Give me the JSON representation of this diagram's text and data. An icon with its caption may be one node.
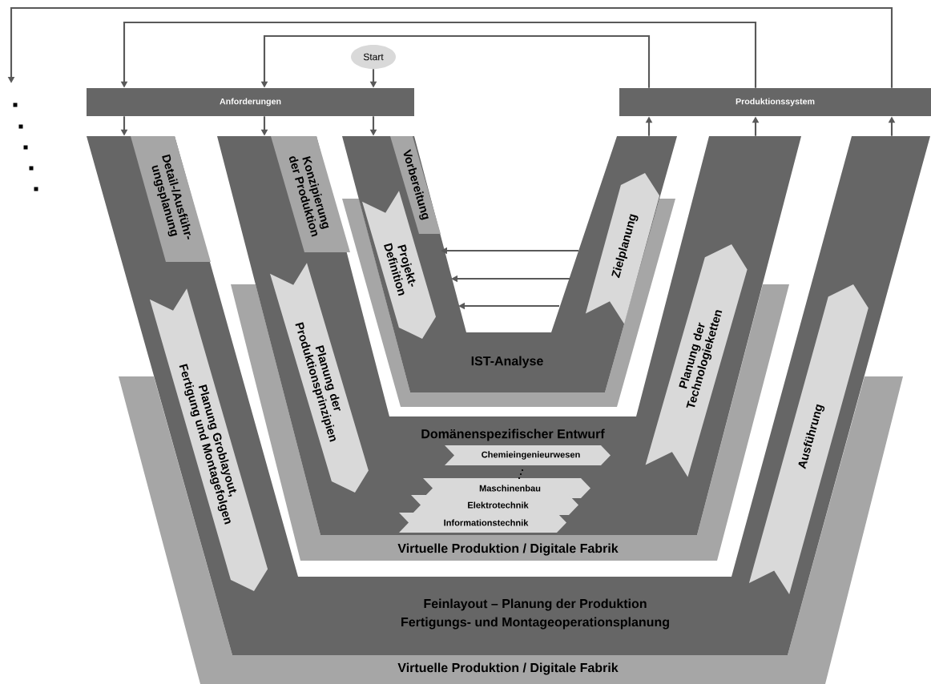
{
  "diagram": {
    "nodes": [
      {
        "text": [
          "Start"
        ]
      },
      {
        "text": [
          "Anforderungen"
        ]
      },
      {
        "text": [
          "Produktionssystem"
        ]
      },
      {
        "text": [
          "Feinlayout – Planung der Produktion",
          "Fertigungs- und Montageoperationsplanung"
        ]
      },
      {
        "text": [
          "Virtuelle Produktion / Digitale Fabrik"
        ]
      },
      {
        "text": [
          "Domänenspezifischer Entwurf"
        ]
      },
      {
        "text": [
          "Virtuelle Produktion / Digitale Fabrik"
        ]
      },
      {
        "text": [
          "IST-Analyse"
        ]
      },
      {
        "text": [],
        "shape": "band"
      },
      {
        "text": [
          "Detail-/Ausführ- ungsplanung"
        ],
        "in": 3
      },
      {
        "text": [
          "Konzipierung der Produktion"
        ],
        "in": 5
      },
      {
        "text": [
          "Vorbereitung"
        ],
        "in": 7
      },
      {
        "text": [
          "Planung Groblayout, Fertigung und Montagefolgen"
        ],
        "in": 3
      },
      {
        "text": [
          "Planung der Produktionsprinzipien"
        ],
        "in": 5
      },
      {
        "text": [
          "Projekt- Definition"
        ],
        "in": 7
      },
      {
        "text": [
          "Zielplanung"
        ],
        "in": 7
      },
      {
        "text": [
          "Planung der Technologieketten"
        ],
        "in": 5
      },
      {
        "text": [
          "Ausführung"
        ],
        "in": 3
      },
      {
        "text": [
          "Chemieingenieurwesen"
        ],
        "in": 5
      },
      {
        "text": [
          "Maschinenbau"
        ],
        "in": 5
      },
      {
        "text": [
          "Elektrotechnik"
        ],
        "in": 5
      },
      {
        "text": [
          "Informationstechnik"
        ],
        "in": 5
      }
    ],
    "edges": [
      {
        "from": 0,
        "to": 1,
        "arrow": "to"
      },
      {
        "from": 1,
        "to": 3,
        "arrow": "to"
      },
      {
        "from": 1,
        "to": 5,
        "arrow": "to"
      },
      {
        "from": 1,
        "to": 7,
        "arrow": "to"
      },
      {
        "from": 7,
        "to": 2,
        "arrow": "to"
      },
      {
        "from": 5,
        "to": 2,
        "arrow": "to"
      },
      {
        "from": 3,
        "to": 2,
        "arrow": "to"
      },
      {
        "from": 2,
        "to": 1,
        "arrow": "to"
      },
      {
        "from": 2,
        "to": 1,
        "arrow": "to"
      },
      {
        "from": 2,
        "to": null,
        "arrow": "to"
      }
    ]
  }
}
